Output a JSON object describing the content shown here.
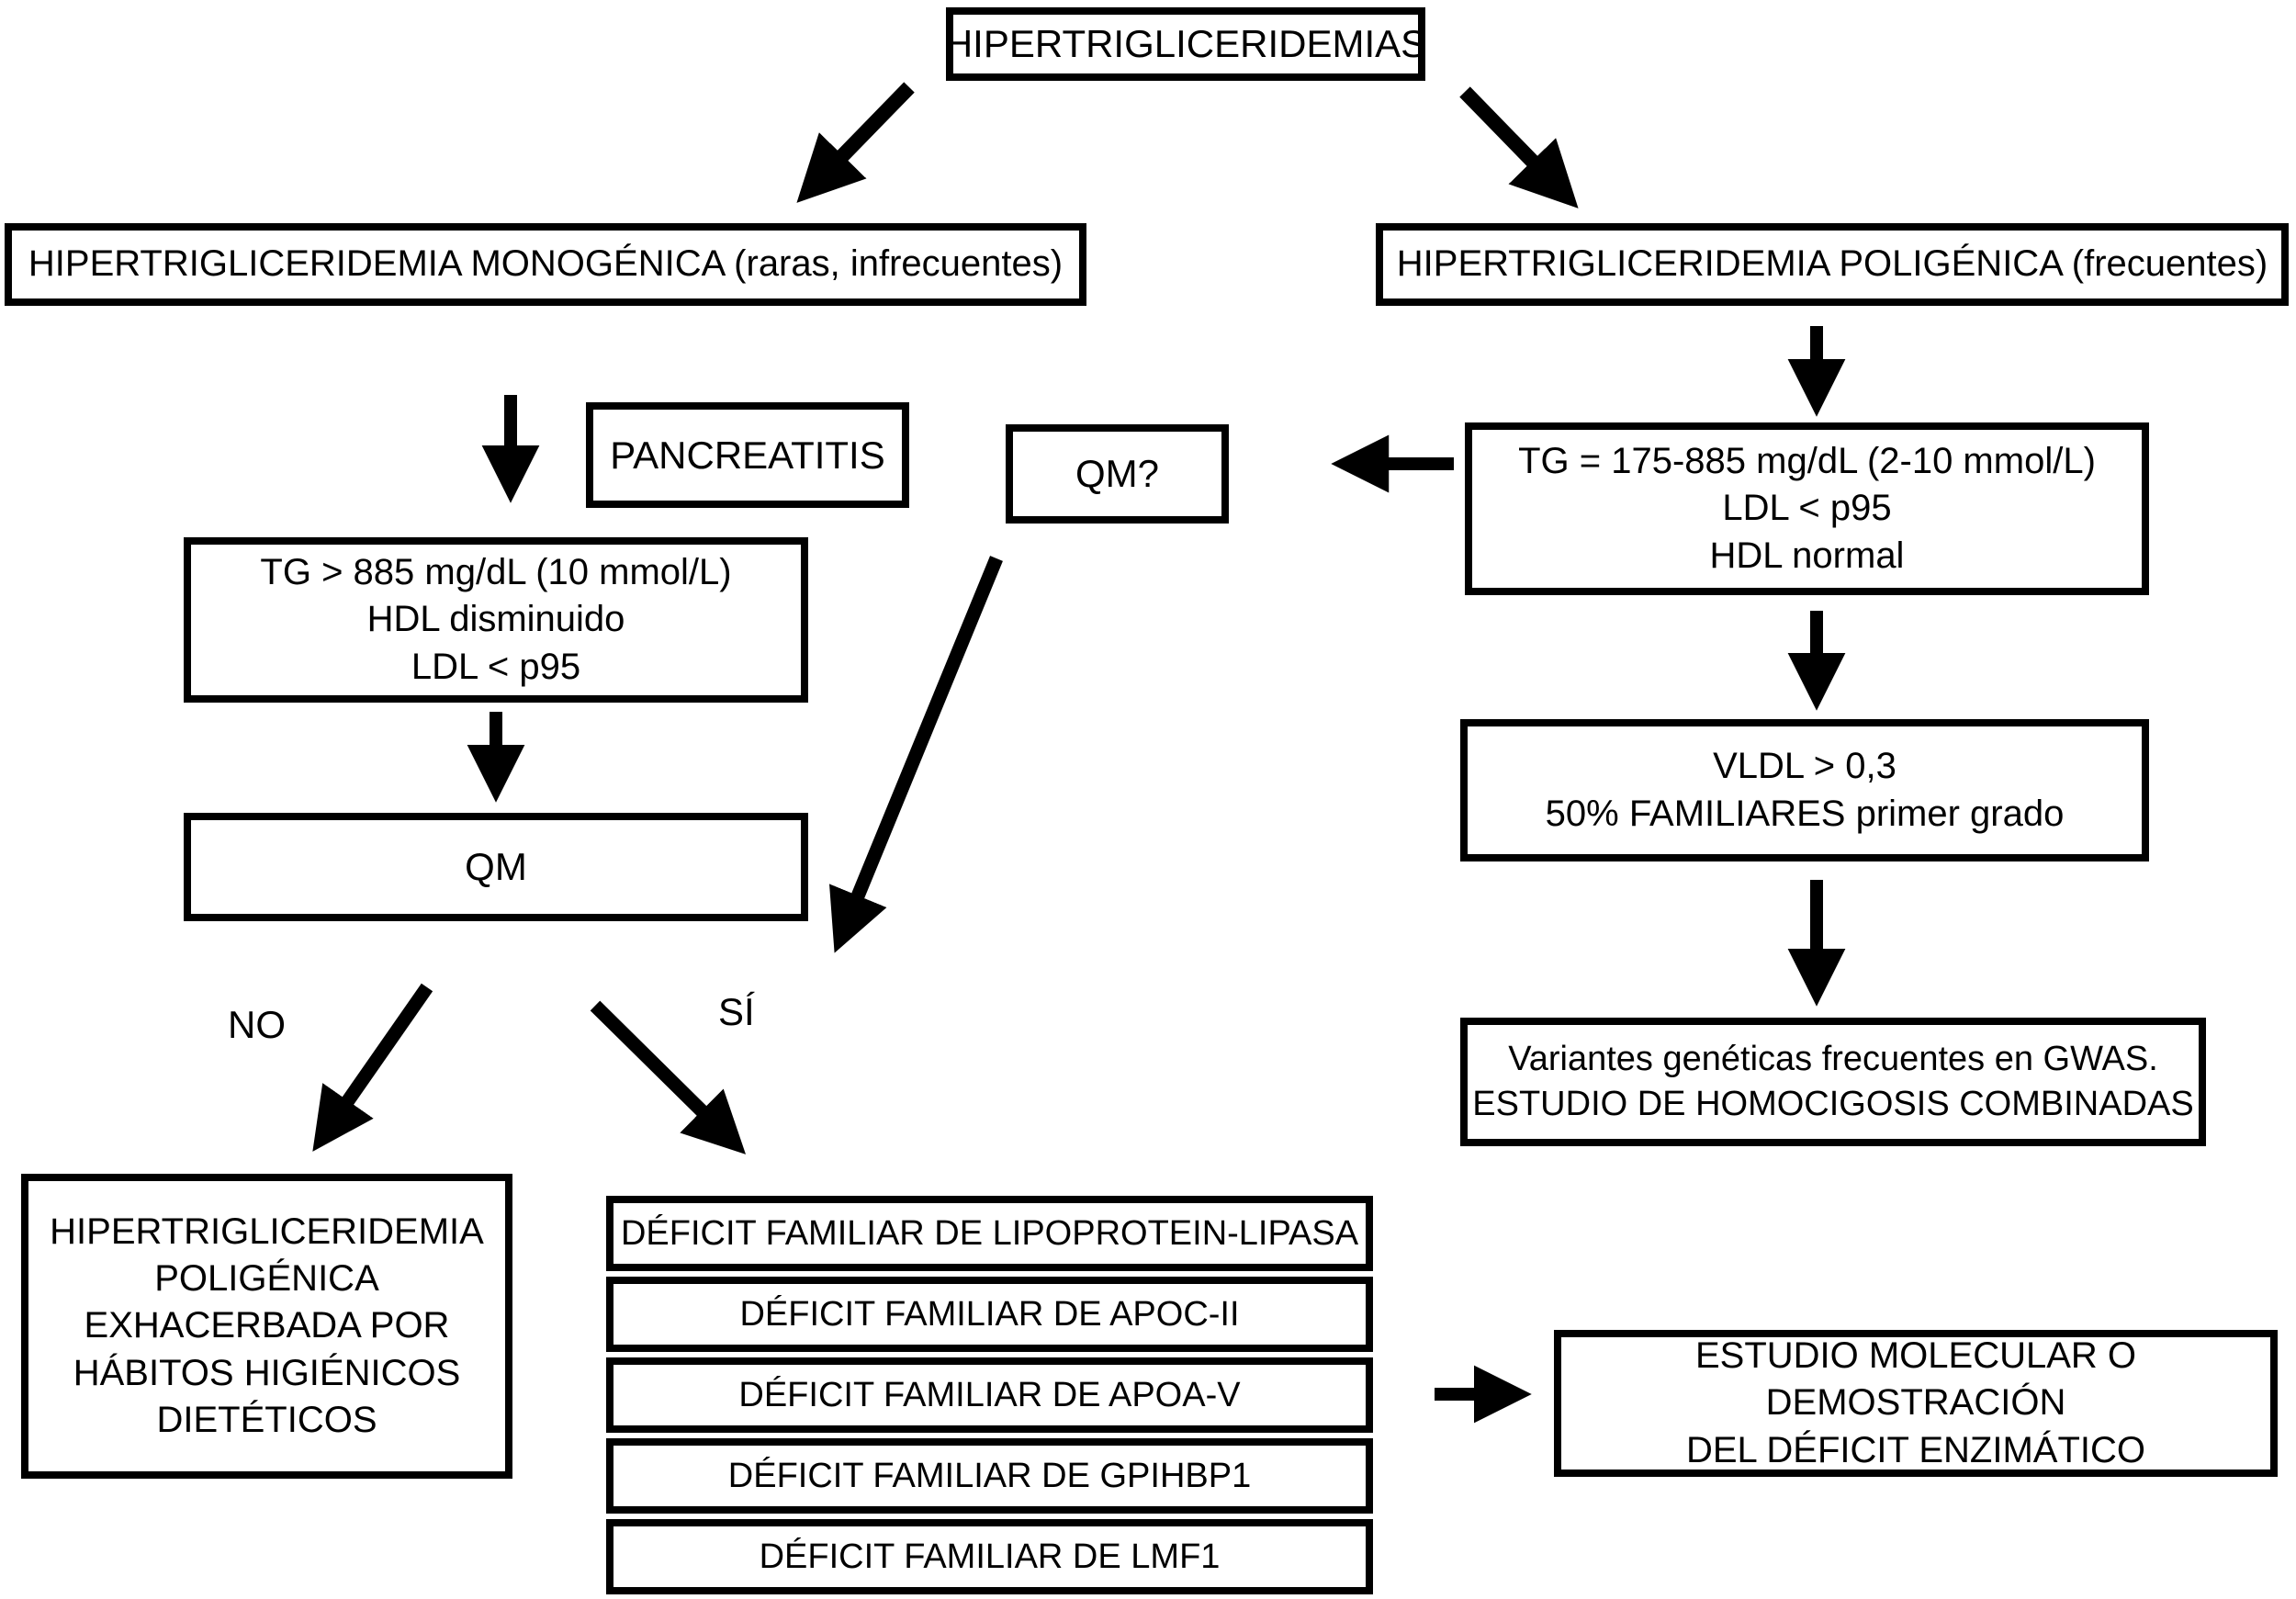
{
  "flowchart": {
    "root": {
      "label": "HIPERTRIGLICERIDEMIAS"
    },
    "monogenica": {
      "label": "HIPERTRIGLICERIDEMIA MONOGÉNICA (raras, infrecuentes)"
    },
    "poligenica": {
      "label": "HIPERTRIGLICERIDEMIA POLIGÉNICA (frecuentes)"
    },
    "pancreatitis": {
      "label": "PANCREATITIS"
    },
    "qm_question": {
      "label": "QM?"
    },
    "tg_poligenica": {
      "lines": [
        "TG = 175-885 mg/dL (2-10 mmol/L)",
        "LDL < p95",
        "HDL normal"
      ]
    },
    "tg_monogenica": {
      "lines": [
        "TG > 885 mg/dL (10 mmol/L)",
        "HDL disminuido",
        "LDL < p95"
      ]
    },
    "qm": {
      "label": "QM"
    },
    "vldl": {
      "lines": [
        "VLDL > 0,3",
        "50% FAMILIARES primer grado"
      ]
    },
    "variantes": {
      "lines": [
        "Variantes genéticas frecuentes en GWAS.",
        "ESTUDIO DE HOMOCIGOSIS COMBINADAS"
      ]
    },
    "branch_no": "NO",
    "branch_si": "SÍ",
    "exacerbada": {
      "lines": [
        "HIPERTRIGLICERIDEMIA",
        "POLIGÉNICA",
        "EXHACERBADA POR",
        "HÁBITOS HIGIÉNICOS",
        "DIETÉTICOS"
      ]
    },
    "deficits": [
      "DÉFICIT FAMILIAR DE LIPOPROTEIN-LIPASA",
      "DÉFICIT FAMILIAR DE APOC-II",
      "DÉFICIT FAMILIAR DE APOA-V",
      "DÉFICIT FAMILIAR DE GPIHBP1",
      "DÉFICIT FAMILIAR DE LMF1"
    ],
    "estudio": {
      "lines": [
        "ESTUDIO MOLECULAR O DEMOSTRACIÓN",
        "DEL DÉFICIT ENZIMÁTICO"
      ]
    },
    "colors": {
      "line": "#000000",
      "background": "#ffffff"
    }
  }
}
